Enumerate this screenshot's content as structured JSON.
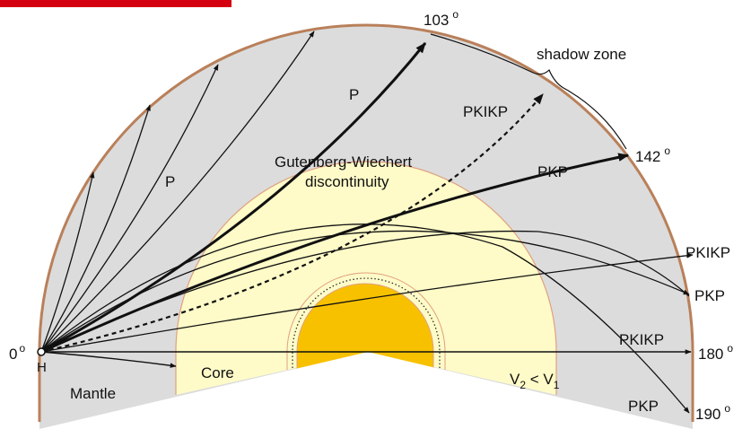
{
  "colors": {
    "mantle": "#dcdcdc",
    "mantle_border": "#b9805a",
    "outer_core": "#fefbc8",
    "outer_core_border": "#e0a080",
    "inner_core": "#f7c100",
    "red_bar": "#d4000f",
    "ray": "#111111"
  },
  "labels": {
    "deg_103": "103",
    "deg_142": "142",
    "deg_180": "180",
    "deg_190": "190",
    "deg_0": "0",
    "deg_symbol": "o",
    "shadow_zone": "shadow zone",
    "p_upper": "P",
    "p_lower": "P",
    "pkikp_dashed": "PKIKP",
    "pkp_thick": "PKP",
    "gw_line1": "Gutenberg-Wiechert",
    "gw_line2": "discontinuity",
    "pkikp_right": "PKIKP",
    "pkp_right": "PKP",
    "pkikp_axis": "PKIKP",
    "pkp_bottom": "PKP",
    "hypocenter": "H",
    "mantle": "Mantle",
    "core": "Core",
    "v2": "V",
    "v2_sub": "2",
    "lt": " < ",
    "v1": "V",
    "v1_sub": "1"
  }
}
